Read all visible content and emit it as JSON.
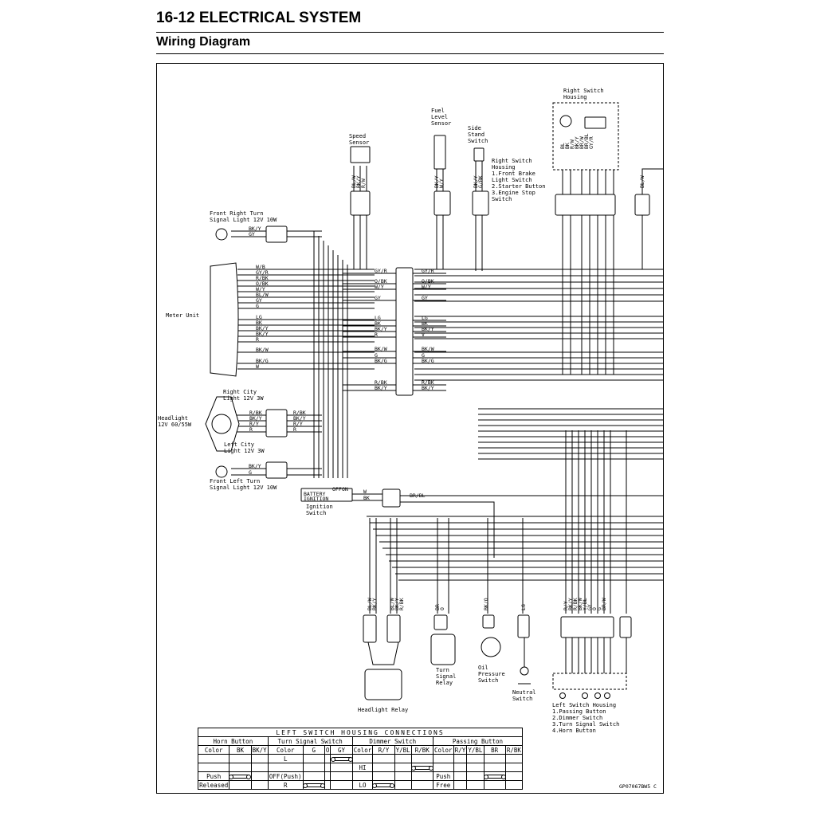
{
  "header": {
    "section_title": "16-12 ELECTRICAL SYSTEM",
    "subtitle": "Wiring Diagram"
  },
  "labels": {
    "right_switch_housing": [
      "Right Switch",
      "Housing"
    ],
    "fuel_level_sensor": [
      "Fuel",
      "Level",
      "Sensor"
    ],
    "side_stand_switch": [
      "Side",
      "Stand",
      "Switch"
    ],
    "speed_sensor": [
      "Speed",
      "Sensor"
    ],
    "right_switch_items": [
      "Right Switch",
      "Housing",
      "1.Front Brake",
      "  Light Switch",
      "2.Starter Button",
      "3.Engine Stop",
      "  Switch"
    ],
    "front_right_turn": [
      "Front Right Turn",
      "Signal Light 12V 10W"
    ],
    "meter_unit": "Meter Unit",
    "right_city": [
      "Right City",
      "Light 12V 3W"
    ],
    "headlight": [
      "Headlight",
      "12V 60/55W"
    ],
    "left_city": [
      "Left City",
      "Light 12V 3W"
    ],
    "front_left_turn": [
      "Front Left Turn",
      "Signal Light 12V 10W"
    ],
    "ignition_switch": [
      "Ignition",
      "Switch"
    ],
    "ignition_box": [
      "BATTERY",
      "IGNITION",
      "OFF",
      "ON"
    ],
    "turn_signal_relay": [
      "Turn",
      "Signal",
      "Relay"
    ],
    "oil_pressure_switch": [
      "Oil",
      "Pressure",
      "Switch"
    ],
    "neutral_switch": [
      "Neutral",
      "Switch"
    ],
    "headlight_relay": "Headlight Relay",
    "left_switch_housing": [
      "Left Switch Housing",
      "1.Passing Button",
      "2.Dimmer Switch",
      "3.Turn Signal Switch",
      "4.Horn Button"
    ]
  },
  "wire_codes": {
    "meter_left": [
      "W/B",
      "GY/R",
      "R/BK",
      "O/BK",
      "W/Y",
      "BL/W",
      "GY",
      "G",
      "LG",
      "BK",
      "BK/Y",
      "BK/Y",
      "R",
      "BK/W",
      "BK/G",
      "W"
    ],
    "meter_junction": [
      "GY/R",
      "O/BK",
      "W/Y",
      "GY",
      "LG",
      "BK",
      "BK/Y",
      "R",
      "BK/W",
      "G",
      "BK/G",
      "R/BK",
      "BK/Y"
    ],
    "junction_right": [
      "GY/R",
      "O/BK",
      "W/Y",
      "GY",
      "LG",
      "BK",
      "BK/Y",
      "V",
      "BK/W",
      "G",
      "BK/G",
      "R/BK",
      "BK/Y"
    ],
    "front_right_turn": [
      "BK/Y",
      "GY"
    ],
    "headlight": [
      "R/BK",
      "BK/Y",
      "R/Y",
      "R"
    ],
    "front_left_turn": [
      "BK/Y",
      "G"
    ],
    "ignition": [
      "W",
      "BK"
    ],
    "ignition_out": [
      "W",
      "BR/BL"
    ],
    "speed_sensor": [
      "BL/W",
      "BK/Y",
      "R/W"
    ],
    "fuel_sensor": [
      "BK/Y",
      "W/Y"
    ],
    "side_stand": [
      "BK/Y",
      "G/BK"
    ],
    "right_housing": [
      "BL",
      "BK",
      "R/W",
      "BK/Y",
      "BR/W",
      "BR/BL",
      "GY/R"
    ],
    "right_extra": [
      "BL/W"
    ],
    "left_housing": [
      "R/Y",
      "BK/Y",
      "R/BK",
      "BK/W",
      "Y/BL",
      "GY",
      "O",
      "G",
      "BR/W"
    ],
    "headlight_relay": [
      "BL/W",
      "BK/Y",
      "R/BK"
    ],
    "turn_relay": [
      "BR",
      "O"
    ],
    "oil": [
      "BK/O"
    ],
    "neutral": [
      "LG"
    ]
  },
  "table": {
    "title": "LEFT SWITCH HOUSING CONNECTIONS",
    "groups": [
      "Horn Button",
      "Turn Signal Switch",
      "Dimmer Switch",
      "Passing Button"
    ],
    "header_row": [
      "Color",
      "BK",
      "BK/Y",
      "Color",
      "G",
      "O",
      "GY",
      "Color",
      "R/Y",
      "Y/BL",
      "R/BK",
      "Color",
      "R/Y",
      "Y/BL",
      "BR",
      "R/BK"
    ],
    "rows": [
      [
        "",
        "",
        "",
        "L",
        "",
        "",
        "",
        "",
        "",
        "",
        "",
        "",
        "",
        "",
        "",
        ""
      ],
      [
        "",
        "",
        "",
        "",
        "",
        "",
        "",
        "HI",
        "",
        "",
        "",
        "",
        "",
        "",
        "",
        ""
      ],
      [
        "Push",
        "",
        "",
        "OFF(Push)",
        "",
        "",
        "",
        "",
        "",
        "",
        "",
        "Push",
        "",
        "",
        "",
        ""
      ],
      [
        "Released",
        "",
        "",
        "R",
        "",
        "",
        "",
        "LO",
        "",
        "",
        "",
        "Free",
        "",
        "",
        "",
        ""
      ]
    ]
  },
  "doc_code": "GP07067BW5 C"
}
